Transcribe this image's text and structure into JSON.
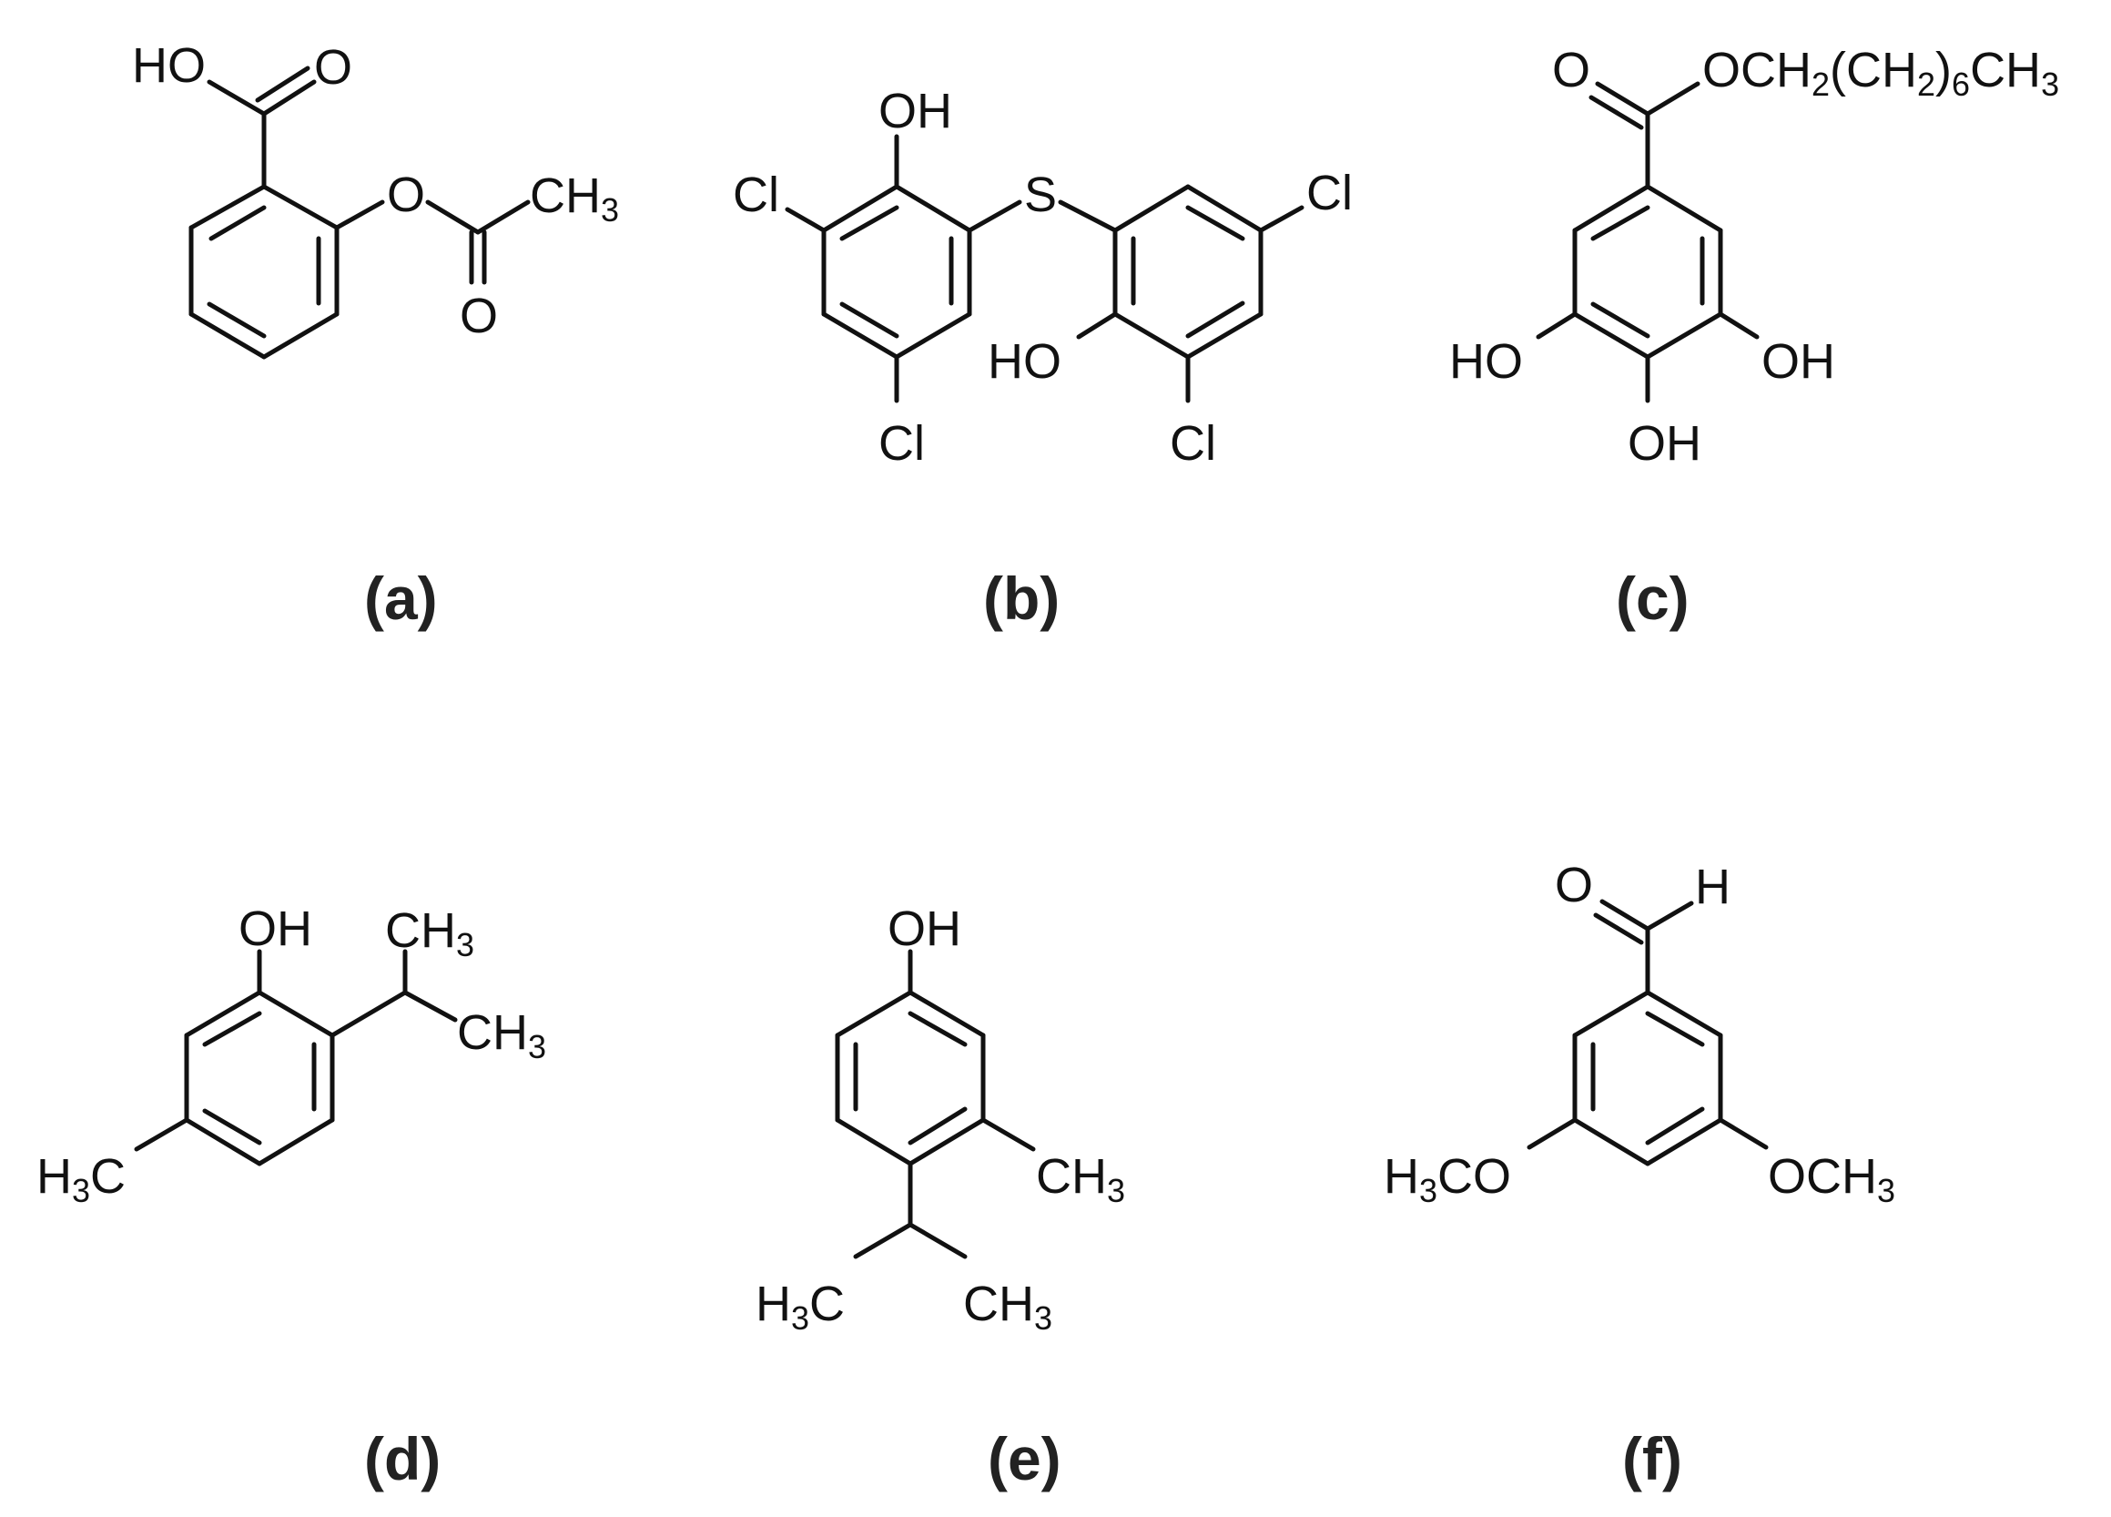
{
  "figure": {
    "panels": [
      {
        "id": "a",
        "caption": "(a)",
        "labels": {
          "hydroxyl": "HO",
          "carbonyl_o": "O",
          "ester_o": "O",
          "methyl": "CH3",
          "acetyl_o": "O"
        }
      },
      {
        "id": "b",
        "caption": "(b)",
        "labels": {
          "oh_left": "OH",
          "cl_left": "Cl",
          "cl_left_bottom": "Cl",
          "sulfur": "S",
          "cl_right": "Cl",
          "oh_right": "HO",
          "cl_right_bottom": "Cl"
        }
      },
      {
        "id": "c",
        "caption": "(c)",
        "labels": {
          "carbonyl_o": "O",
          "ester_chain": "OCH2(CH2)6CH3",
          "oh_left": "HO",
          "oh_right": "OH",
          "oh_bottom": "OH"
        }
      },
      {
        "id": "d",
        "caption": "(d)",
        "labels": {
          "hydroxyl": "OH",
          "methyl_top": "CH3",
          "methyl_right": "CH3",
          "methyl_ring": "H3C"
        }
      },
      {
        "id": "e",
        "caption": "(e)",
        "labels": {
          "hydroxyl": "OH",
          "methyl_ring": "CH3",
          "methyl_left": "H3C",
          "methyl_right": "CH3"
        }
      },
      {
        "id": "f",
        "caption": "(f)",
        "labels": {
          "carbonyl_o": "O",
          "aldehyde_h": "H",
          "methoxy_left": "H3CO",
          "methoxy_right": "OCH3"
        }
      }
    ]
  }
}
